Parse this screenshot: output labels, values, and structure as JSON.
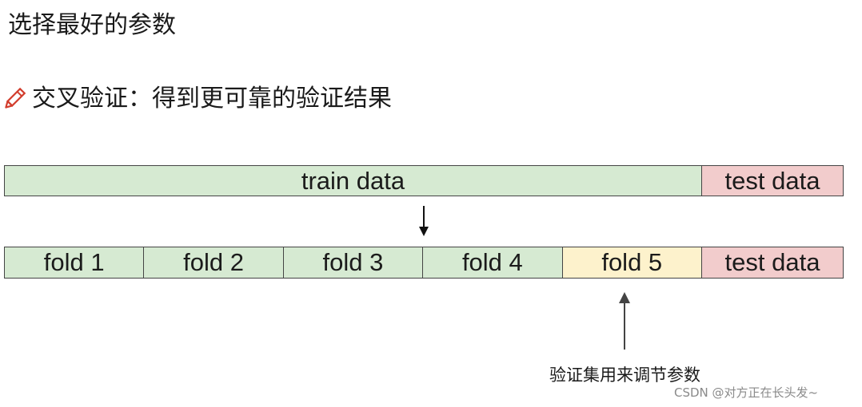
{
  "title": "选择最好的参数",
  "subtitle": "交叉验证：得到更可靠的验证结果",
  "diagram": {
    "top_bar": {
      "train_label": "train data",
      "test_label": "test data"
    },
    "bottom_bar": {
      "folds": [
        "fold 1",
        "fold 2",
        "fold 3",
        "fold 4",
        "fold 5"
      ],
      "test_label": "test data"
    },
    "colors": {
      "train": "#d6ead2",
      "validation": "#fdf2cc",
      "test": "#f2cccc"
    },
    "caption": "验证集用来调节参数"
  },
  "watermark": "CSDN @对方正在长头发~",
  "icons": {
    "pencil": "pencil-icon"
  }
}
